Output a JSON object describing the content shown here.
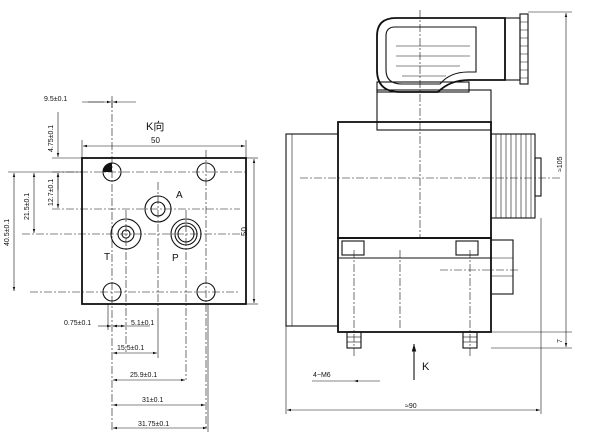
{
  "colors": {
    "line": "#111111",
    "background": "#ffffff"
  },
  "view_marker": "K向",
  "arrow_label": "K",
  "ports": {
    "a": "A",
    "t": "T",
    "p": "P"
  },
  "dimensions": {
    "offset_9_5": "9.5±0.1",
    "offset_4_75": "4.75±0.1",
    "width_50": "50",
    "height_50": "50",
    "offset_12_7": "12.7±0.1",
    "offset_21_5": "21.5±0.1",
    "offset_40_5": "40.5±0.1",
    "offset_0_75": "0.75±0.1",
    "offset_5_1": "5.1±0.1",
    "offset_15_5": "15.5±0.1",
    "offset_25_9": "25.9±0.1",
    "offset_31": "31±0.1",
    "offset_31_75": "31.75±0.1",
    "thread_4_m6": "4−M6",
    "length_90": "≈90",
    "height_105": "≈105",
    "gap_7": "7"
  }
}
